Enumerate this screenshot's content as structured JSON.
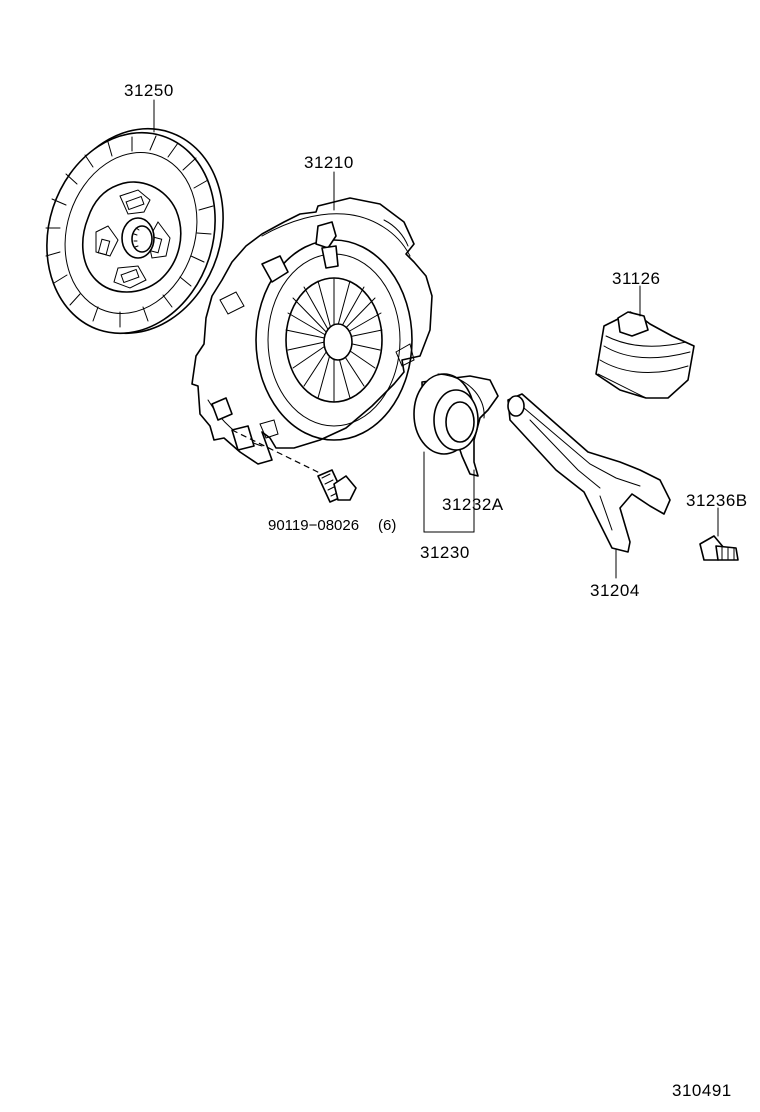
{
  "labels": {
    "clutch_disc": "31250",
    "pressure_plate": "31210",
    "boot": "31126",
    "bearing_hub": "31232A",
    "bearing_assembly": "31230",
    "release_fork": "31204",
    "pivot_bolt": "31236B",
    "bolt": "90119−08026",
    "bolt_qty": "(6)",
    "figure_number": "310491"
  }
}
